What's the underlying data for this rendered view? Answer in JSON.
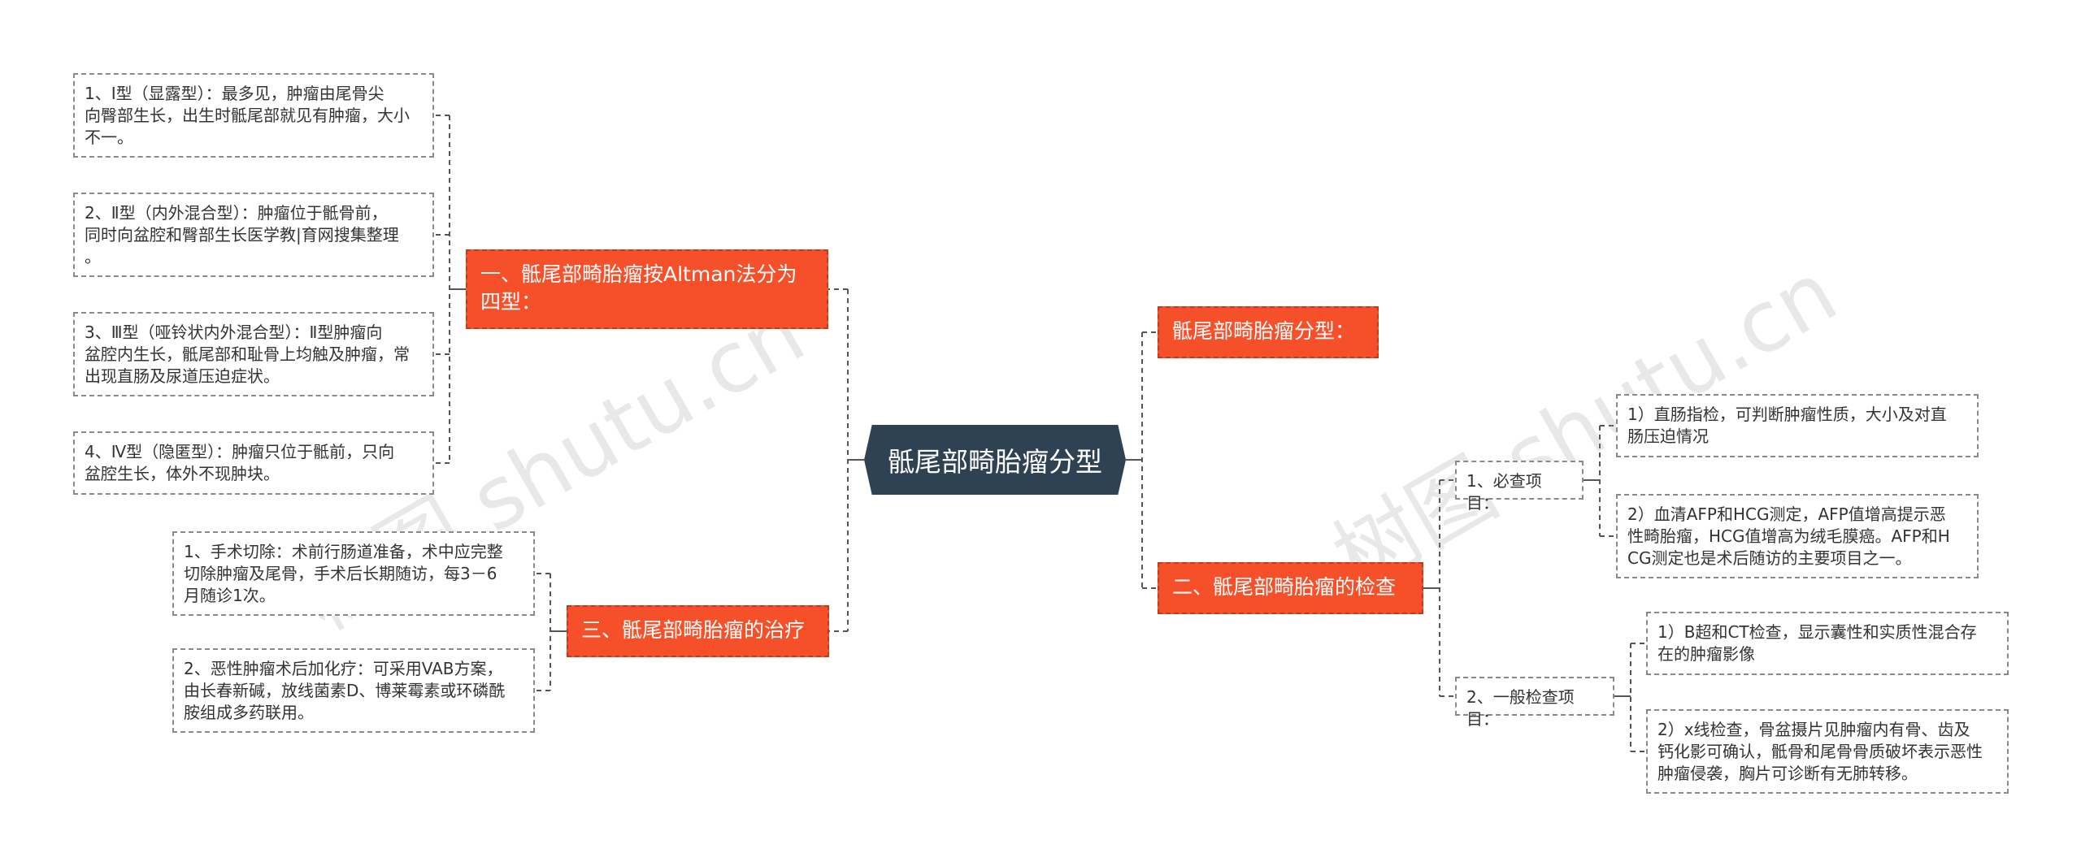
{
  "root": {
    "label": "骶尾部畸胎瘤分型"
  },
  "left": [
    {
      "label": "一、骶尾部畸胎瘤按Altman法分为\n四型：",
      "children": [
        "1、Ⅰ型（显露型）：最多见，肿瘤由尾骨尖\n向臀部生长，出生时骶尾部就见有肿瘤，大小\n不一。",
        "2、Ⅱ型（内外混合型）：肿瘤位于骶骨前，\n同时向盆腔和臀部生长医学教|育网搜集整理\n。",
        "3、Ⅲ型（哑铃状内外混合型）：Ⅱ型肿瘤向\n盆腔内生长，骶尾部和耻骨上均触及肿瘤，常\n出现直肠及尿道压迫症状。",
        "4、Ⅳ型（隐匿型）：肿瘤只位于骶前，只向\n盆腔生长，体外不现肿块。"
      ]
    },
    {
      "label": "三、骶尾部畸胎瘤的治疗",
      "children": [
        "1、手术切除：术前行肠道准备，术中应完整\n切除肿瘤及尾骨，手术后长期随访，每3－6\n月随诊1次。",
        "2、恶性肿瘤术后加化疗：可采用VAB方案，\n由长春新碱，放线菌素D、博莱霉素或环磷酰\n胺组成多药联用。"
      ]
    }
  ],
  "right": [
    {
      "label": "骶尾部畸胎瘤分型：",
      "children": []
    },
    {
      "label": "二、骶尾部畸胎瘤的检查",
      "children": [
        {
          "label": "1、必查项目：",
          "children": [
            "1）直肠指检，可判断肿瘤性质，大小及对直\n肠压迫情况",
            "2）血清AFP和HCG测定，AFP值增高提示恶\n性畸胎瘤，HCG值增高为绒毛膜癌。AFP和H\nCG测定也是术后随访的主要项目之一。"
          ]
        },
        {
          "label": "2、一般检查项目：",
          "children": [
            "1）B超和CT检查，显示囊性和实质性混合存\n在的肿瘤影像",
            "2）x线检查，骨盆摄片见肿瘤内有骨、齿及\n钙化影可确认，骶骨和尾骨骨质破坏表示恶性\n肿瘤侵袭，胸片可诊断有无肺转移。"
          ]
        }
      ]
    }
  ],
  "watermark": "树图 shutu.cn",
  "colors": {
    "root": "#2f4253",
    "branch": "#f5502a",
    "line": "#555555"
  }
}
